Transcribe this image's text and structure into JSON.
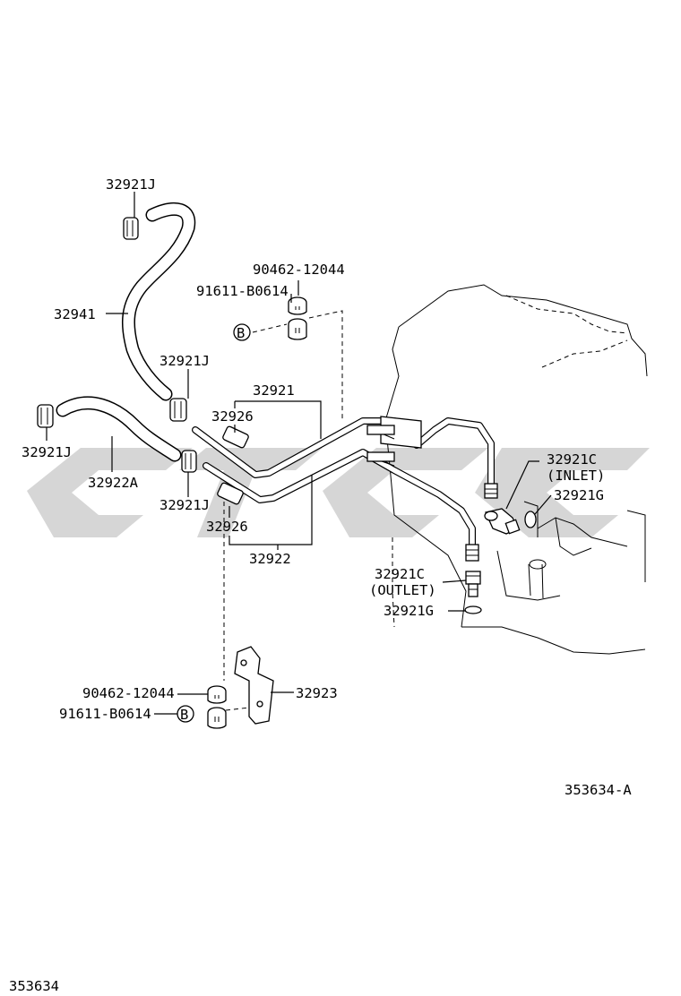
{
  "colors": {
    "ink": "#000000",
    "watermark": "#d6d6d6",
    "background": "#ffffff"
  },
  "watermark": {
    "description": "grey stylised logo lettering drawn as picture"
  },
  "labels": {
    "hose_top_clamp": "32921J",
    "hose_upper": "32941",
    "clamp_mid_upper": "32921J",
    "clamp_left_lower": "32921J",
    "hose_lower": "32922A",
    "clamp_mid_lower": "32921J",
    "bracket_bolt_upper": "90462-12044",
    "bracket_clip_upper": "91611-B0614",
    "tube_upper": "32921",
    "grommet_upper": "32926",
    "grommet_lower": "32926",
    "tube_lower": "32922",
    "union_inlet": "32921C",
    "union_inlet_note": "(INLET)",
    "gasket_inlet": "32921G",
    "union_outlet": "32921C",
    "union_outlet_note": "(OUTLET)",
    "gasket_outlet": "32921G",
    "bracket_bolt_lower": "90462-12044",
    "bracket_clip_lower": "91611-B0614",
    "bracket": "32923",
    "ref_code": "353634-A",
    "page_code": "353634",
    "circle_b_upper": "B",
    "circle_b_lower": "B"
  }
}
